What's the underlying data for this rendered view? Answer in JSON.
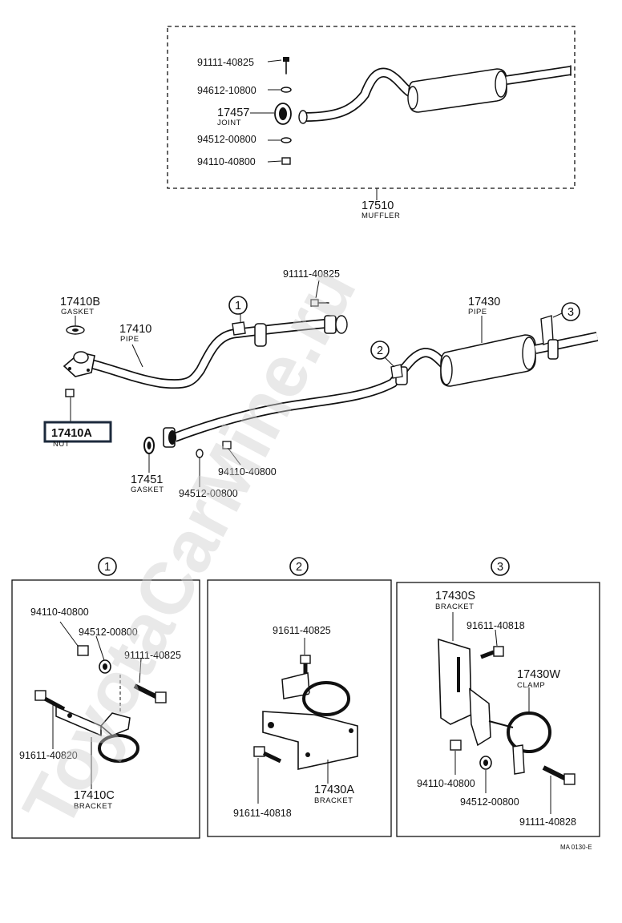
{
  "watermark": "ToyotaCarMine.ru",
  "muffler_assembly": {
    "parts": [
      {
        "number": "91111-40825"
      },
      {
        "number": "94612-10800"
      },
      {
        "number": "17457",
        "name": "JOINT"
      },
      {
        "number": "94512-00800"
      },
      {
        "number": "94110-40800"
      }
    ],
    "assembly": {
      "number": "17510",
      "name": "MUFFLER"
    }
  },
  "main_view": {
    "parts": [
      {
        "number": "17410B",
        "name": "GASKET"
      },
      {
        "number": "17410",
        "name": "PIPE"
      },
      {
        "number": "91111-40825"
      },
      {
        "number": "17430",
        "name": "PIPE"
      },
      {
        "number": "17410A",
        "name": "NUT"
      },
      {
        "number": "17451",
        "name": "GASKET"
      },
      {
        "number": "94512-00800"
      },
      {
        "number": "94110-40800"
      }
    ],
    "callouts": [
      "1",
      "2",
      "3"
    ],
    "highlighted_part": "17410A"
  },
  "detail_panels": [
    {
      "label": "1",
      "parts": [
        {
          "number": "94110-40800"
        },
        {
          "number": "94512-00800"
        },
        {
          "number": "91111-40825"
        },
        {
          "number": "91611-40820"
        },
        {
          "number": "17410C",
          "name": "BRACKET"
        }
      ]
    },
    {
      "label": "2",
      "parts": [
        {
          "number": "91611-40825"
        },
        {
          "number": "17430A",
          "name": "BRACKET"
        },
        {
          "number": "91611-40818"
        }
      ]
    },
    {
      "label": "3",
      "parts": [
        {
          "number": "17430S",
          "name": "BRACKET"
        },
        {
          "number": "91611-40818"
        },
        {
          "number": "17430W",
          "name": "CLAMP"
        },
        {
          "number": "94110-40800"
        },
        {
          "number": "94512-00800"
        },
        {
          "number": "91111-40828"
        }
      ]
    }
  ],
  "diagram_code": "MA 0130-E"
}
